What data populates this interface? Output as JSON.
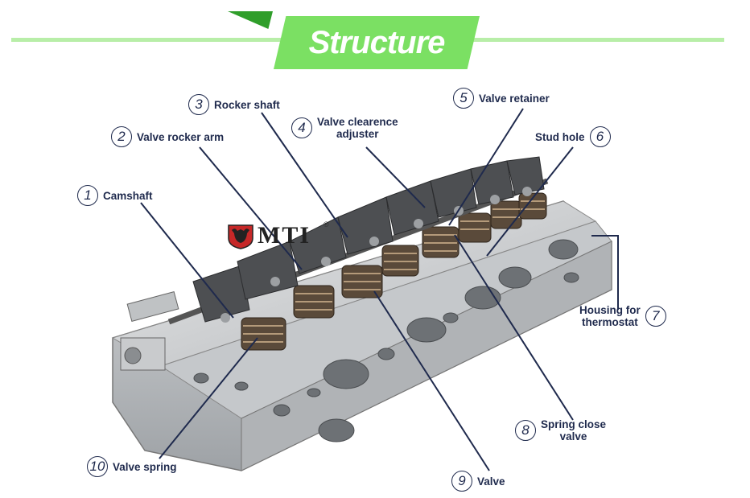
{
  "header": {
    "title": "Structure"
  },
  "logo": {
    "text": "MTI",
    "mark": "®"
  },
  "callouts": [
    {
      "num": "1",
      "label": "Camshaft"
    },
    {
      "num": "2",
      "label": "Valve rocker arm"
    },
    {
      "num": "3",
      "label": "Rocker shaft"
    },
    {
      "num": "4",
      "label_line1": "Valve clearence",
      "label_line2": "adjuster"
    },
    {
      "num": "5",
      "label": "Valve retainer"
    },
    {
      "num": "6",
      "label": "Stud hole"
    },
    {
      "num": "7",
      "label_line1": "Housing for",
      "label_line2": "thermostat"
    },
    {
      "num": "8",
      "label_line1": "Spring close",
      "label_line2": "valve"
    },
    {
      "num": "9",
      "label": "Valve"
    },
    {
      "num": "10",
      "label": "Valve spring"
    }
  ],
  "colors": {
    "accent": "#7be063",
    "line": "#1f2a4d",
    "header_line": "#b8eea8"
  }
}
